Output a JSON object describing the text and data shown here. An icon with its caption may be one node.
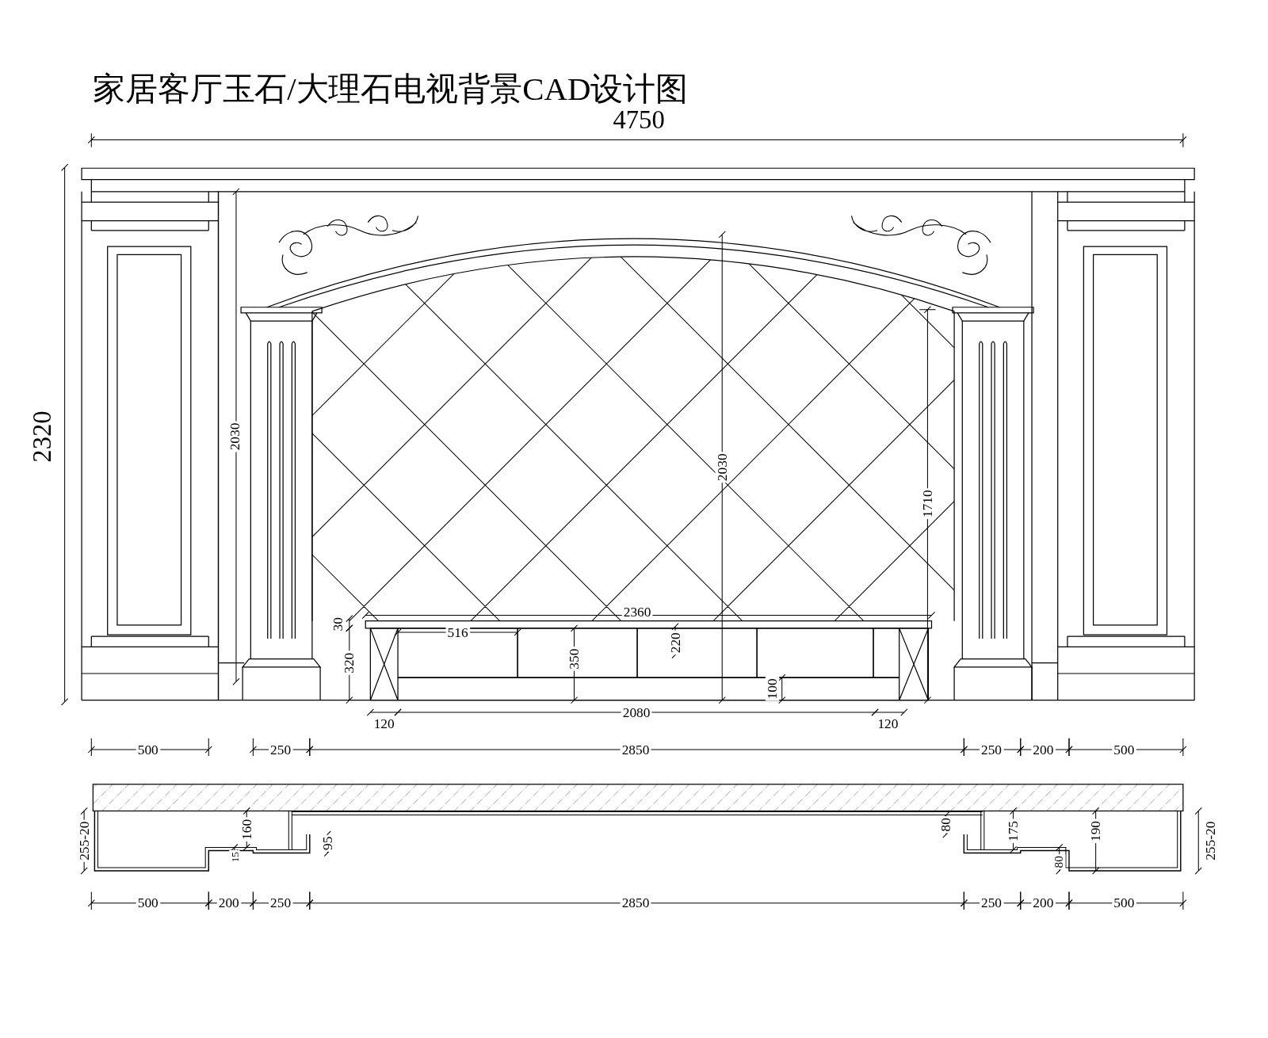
{
  "diagram": {
    "title": "家居客厅玉石/大理石电视背景CAD设计图",
    "labels": [
      "4750",
      "2320",
      "2030",
      "2030",
      "1710",
      "2360",
      "30",
      "320",
      "516",
      "350",
      "220",
      "100",
      "2080",
      "120",
      "120",
      "500",
      "250",
      "2850",
      "250",
      "200",
      "500",
      "255-20",
      "160",
      "15",
      "95",
      "80",
      "175",
      "190",
      "80",
      "255-20",
      "500",
      "200",
      "250",
      "2850",
      "250",
      "200",
      "500"
    ]
  }
}
